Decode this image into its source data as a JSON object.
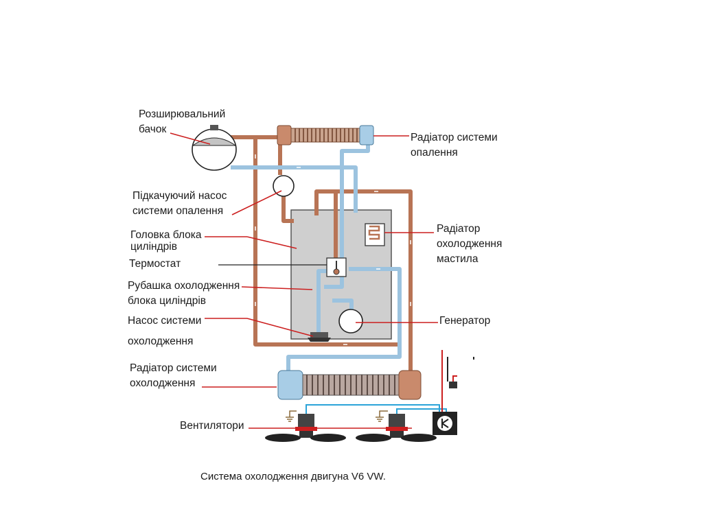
{
  "colors": {
    "hot_pipe": "#b87455",
    "cold_pipe": "#9cc3df",
    "leader_line": "#cc1f1f",
    "engine_block": "#cfcfcf",
    "radiator_hot": "#c98a6c",
    "radiator_cold": "#a8cde6",
    "wiring_blue": "#2aa3d8"
  },
  "labels": {
    "expansion_tank": [
      "Розширювальний",
      "бачок"
    ],
    "heater_radiator": [
      "Радіатор системи",
      "опалення"
    ],
    "heater_pump": [
      "Підкачуючий насос",
      "системи опалення"
    ],
    "cylinder_head": [
      "Головка блока",
      "циліндрів"
    ],
    "thermostat": [
      "Термостат"
    ],
    "oil_cooler": [
      "Радіатор",
      "охолодження",
      "мастила"
    ],
    "water_jacket": [
      "Рубашка охолодження",
      "блока циліндрів"
    ],
    "coolant_pump": [
      "Насос системи",
      "охолодження"
    ],
    "alternator": [
      "Генератор"
    ],
    "main_radiator": [
      "Радіатор системи",
      "охолодження"
    ],
    "fans": [
      "Вентилятори"
    ]
  },
  "caption": "Система охолодження двигуна V6 VW.",
  "icons": [
    "fan-icon",
    "ground-icon",
    "transistor-icon",
    "thermometer-icon"
  ]
}
